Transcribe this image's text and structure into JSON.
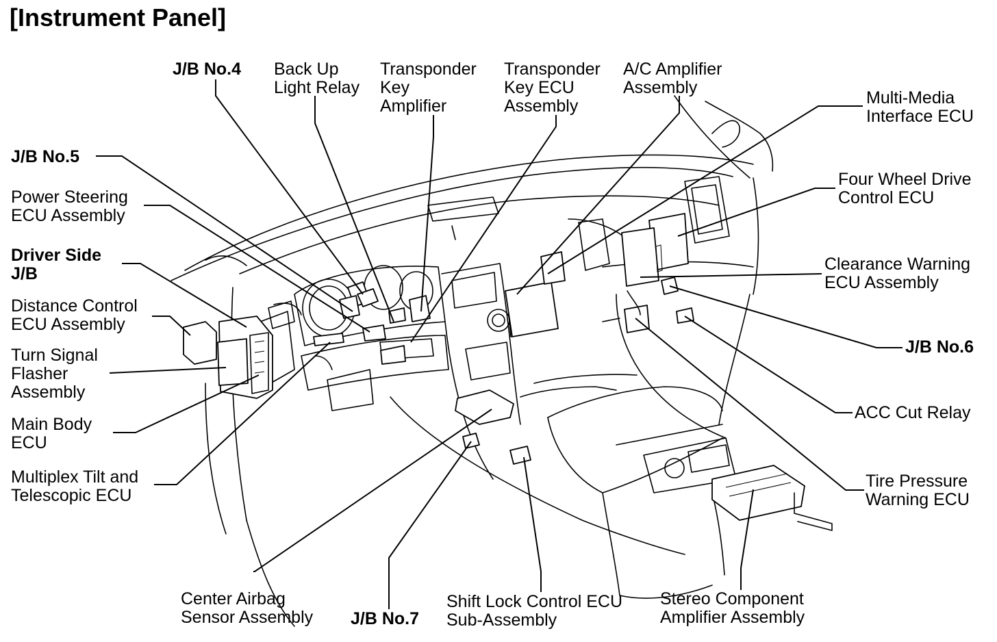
{
  "title": "[Instrument Panel]",
  "labels": {
    "jb4": "J/B No.4",
    "backup": [
      "Back Up",
      "Light Relay"
    ],
    "tka": [
      "Transponder",
      "Key",
      "Amplifier"
    ],
    "tke": [
      "Transponder",
      "Key ECU",
      "Assembly"
    ],
    "aca": [
      "A/C Amplifier",
      "Assembly"
    ],
    "mmi": [
      "Multi-Media",
      "Interface ECU"
    ],
    "jb5": "J/B No.5",
    "pse": [
      "Power Steering",
      "ECU Assembly"
    ],
    "dsjb": [
      "Driver Side",
      "J/B"
    ],
    "dce": [
      "Distance Control",
      "ECU Assembly"
    ],
    "tsf": [
      "Turn Signal",
      "Flasher",
      "Assembly"
    ],
    "mbe": [
      "Main Body",
      "ECU"
    ],
    "mtt": [
      "Multiplex Tilt and",
      "Telescopic ECU"
    ],
    "fwd": [
      "Four Wheel Drive",
      "Control ECU"
    ],
    "cwe": [
      "Clearance Warning",
      "ECU Assembly"
    ],
    "jb6": "J/B No.6",
    "acc": "ACC Cut Relay",
    "tpw": [
      "Tire Pressure",
      "Warning ECU"
    ],
    "cas": [
      "Center Airbag",
      "Sensor Assembly"
    ],
    "jb7": "J/B No.7",
    "slc": [
      "Shift Lock Control ECU",
      "Sub-Assembly"
    ],
    "sca": [
      "Stereo Component",
      "Amplifier Assembly"
    ]
  }
}
